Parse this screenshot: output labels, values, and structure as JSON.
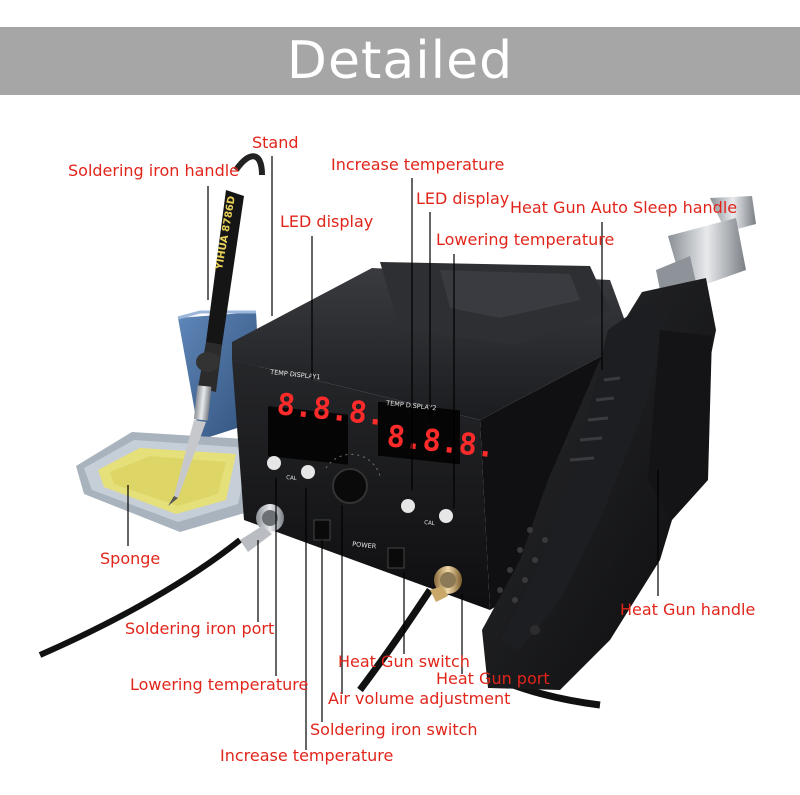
{
  "banner": {
    "title": "Detailed"
  },
  "panel": {
    "display1_caption": "TEMP DISPLAY1",
    "display2_caption": "TEMP DISPLAY2",
    "display1_value": "8.8.8.",
    "display2_value": "8.8.8.",
    "power_text": "POWER",
    "cal1": "CAL",
    "cal2": "CAL",
    "iron_brand": "YIHUA 8786D"
  },
  "callouts": {
    "soldering_iron_handle": "Soldering iron handle",
    "stand": "Stand",
    "increase_temperature_top": "Increase temperature",
    "led_display_left": "LED display",
    "led_display_right": "LED display",
    "heat_gun_auto_sleep_handle": "Heat Gun Auto Sleep handle",
    "lowering_temperature_top": "Lowering temperature",
    "sponge": "Sponge",
    "heat_gun_handle": "Heat Gun handle",
    "soldering_iron_port": "Soldering iron port",
    "heat_gun_switch": "Heat Gun switch",
    "heat_gun_port": "Heat Gun port",
    "lowering_temperature_bottom": "Lowering temperature",
    "air_volume_adjustment": "Air volume adjustment",
    "soldering_iron_switch": "Soldering iron switch",
    "increase_temperature_bottom": "Increase temperature"
  },
  "colors": {
    "label": "#e1251b",
    "banner": "#a6a6a6",
    "led": "#ff2a2a",
    "body": "#1c1c1e"
  }
}
